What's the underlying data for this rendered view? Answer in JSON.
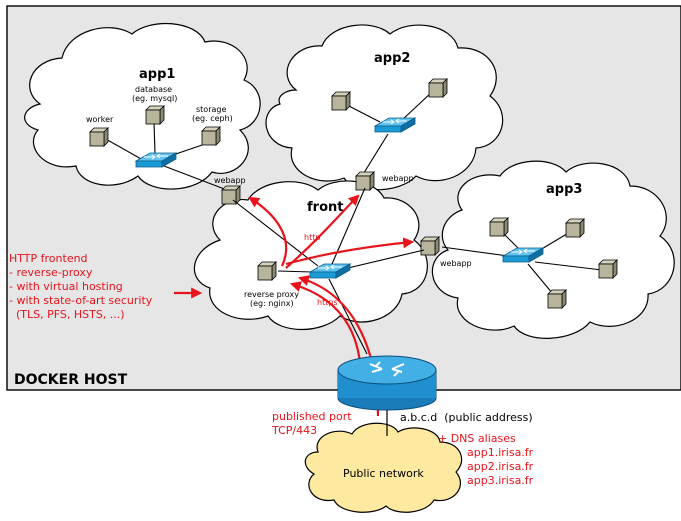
{
  "host": {
    "label": "DOCKER HOST"
  },
  "clouds": {
    "app1": {
      "title": "app1",
      "database_label": "database",
      "database_sub": "(eg. mysql)",
      "storage_label": "storage",
      "storage_sub": "(eg. ceph)",
      "worker_label": "worker",
      "webapp_label": "webapp"
    },
    "app2": {
      "title": "app2",
      "webapp_label": "webapp"
    },
    "app3": {
      "title": "app3",
      "webapp_label": "webapp"
    },
    "front": {
      "title": "front",
      "proxy_label": "reverse proxy",
      "proxy_sub": "(eg: nginx)",
      "http_label": "http",
      "https_label": "https"
    }
  },
  "frontend_notes": {
    "lines": [
      "HTTP frontend",
      "- reverse-proxy",
      "- with virtual hosting",
      "- with state-of-art security",
      "  (TLS, PFS, HSTS, ...)"
    ]
  },
  "published_port": {
    "line1": "published port",
    "line2": "TCP/443"
  },
  "public_address": {
    "label": "a.b.c.d  (public address)"
  },
  "dns": {
    "title": "+ DNS aliases",
    "aliases": [
      "app1.irisa.fr",
      "app2.irisa.fr",
      "app3.irisa.fr"
    ]
  },
  "public_network": {
    "label": "Public network"
  },
  "colors": {
    "host_fill": "#e6e6e6",
    "accent_red": "#e8141c",
    "switch_blue": "#1b9ad6",
    "router_blue": "#1f8fcf",
    "server_box": "#b9b59c",
    "public_cloud": "#fde9a0"
  }
}
